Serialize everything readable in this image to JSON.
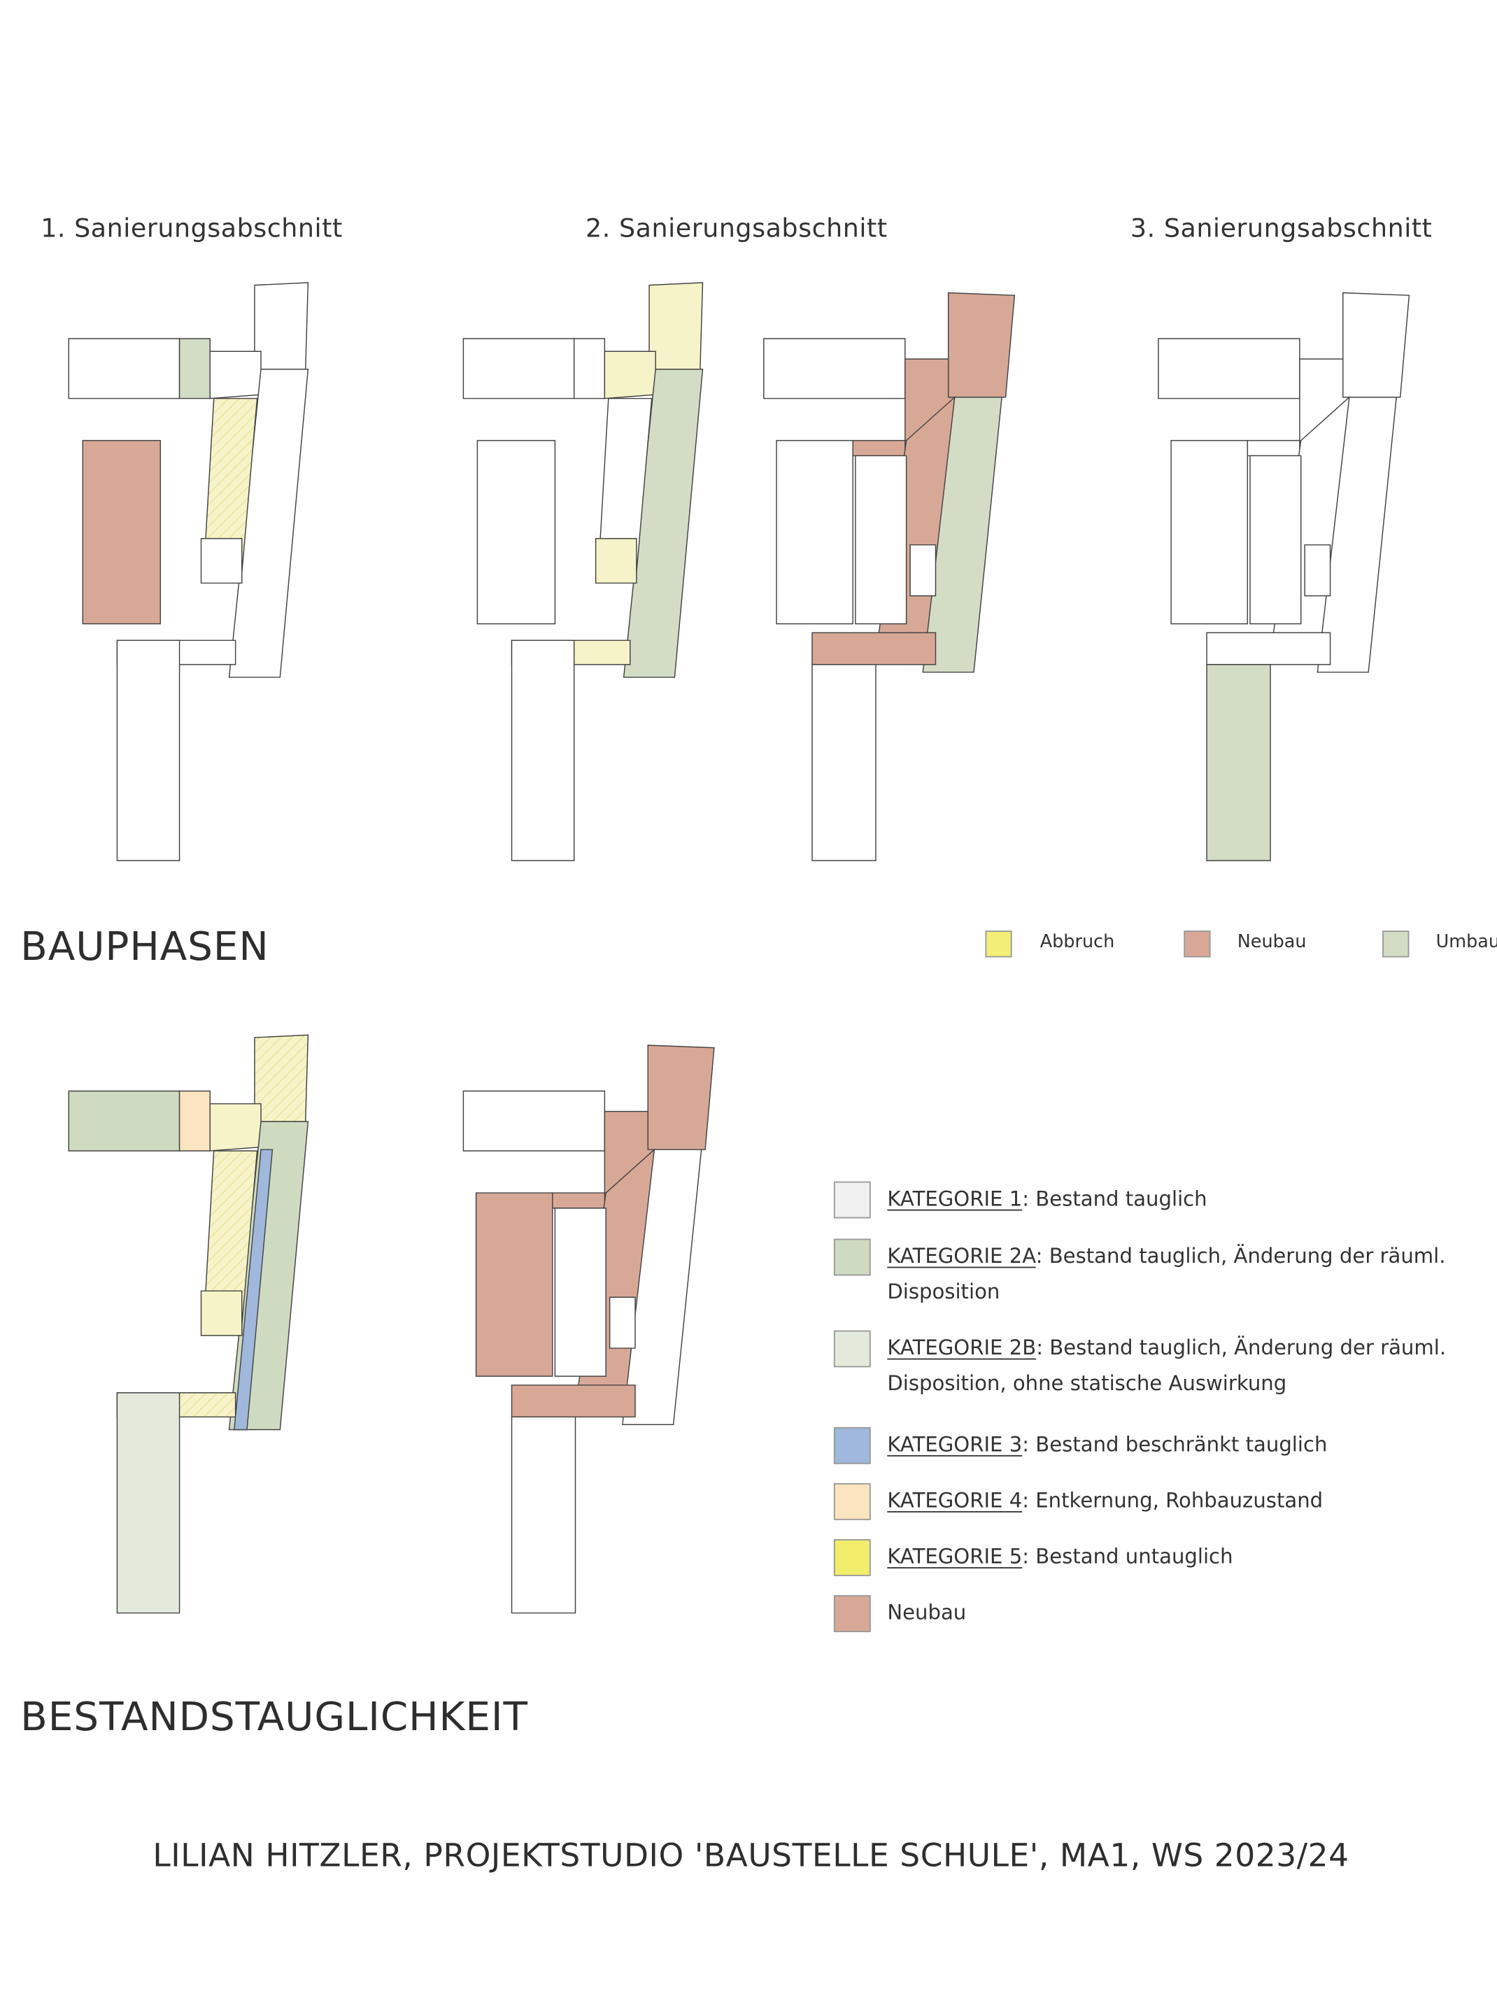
{
  "phases": {
    "heading": "BAUPHASEN",
    "titles": [
      "1. Sanierungsabschnitt",
      "2. Sanierungsabschnitt",
      "3. Sanierungsabschnitt"
    ],
    "legend": [
      {
        "label": "Abbruch",
        "color": "#f2ee78"
      },
      {
        "label": "Neubau",
        "color": "#d8a897"
      },
      {
        "label": "Umbau",
        "color": "#d3dcc5"
      }
    ]
  },
  "condition": {
    "heading": "BESTANDSTAUGLICHKEIT",
    "legend": [
      {
        "key": "KATEGORIE 1",
        "text": ": Bestand tauglich",
        "color": "#f1f1f1"
      },
      {
        "key": "KATEGORIE 2A",
        "text": ": Bestand tauglich, Änderung der räuml. Disposition",
        "color": "#cfdbc1"
      },
      {
        "key": "KATEGORIE 2B",
        "text": ": Bestand tauglich, Änderung der räuml. Disposition, ohne statische Auswirkung",
        "color": "#e3eadb"
      },
      {
        "key": "KATEGORIE 3",
        "text": ": Bestand beschränkt tauglich",
        "color": "#9fb8dc"
      },
      {
        "key": "KATEGORIE 4",
        "text": ": Entkernung, Rohbauzustand",
        "color": "#fbe5c1"
      },
      {
        "key": "KATEGORIE 5",
        "text": ": Bestand untauglich",
        "color": "#f2ee6c"
      },
      {
        "key": "",
        "text": "Neubau",
        "color": "#d8a897"
      }
    ]
  },
  "footer": "LILIAN HITZLER, PROJEKTSTUDIO 'BAUSTELLE SCHULE', MA1, WS 2023/24"
}
